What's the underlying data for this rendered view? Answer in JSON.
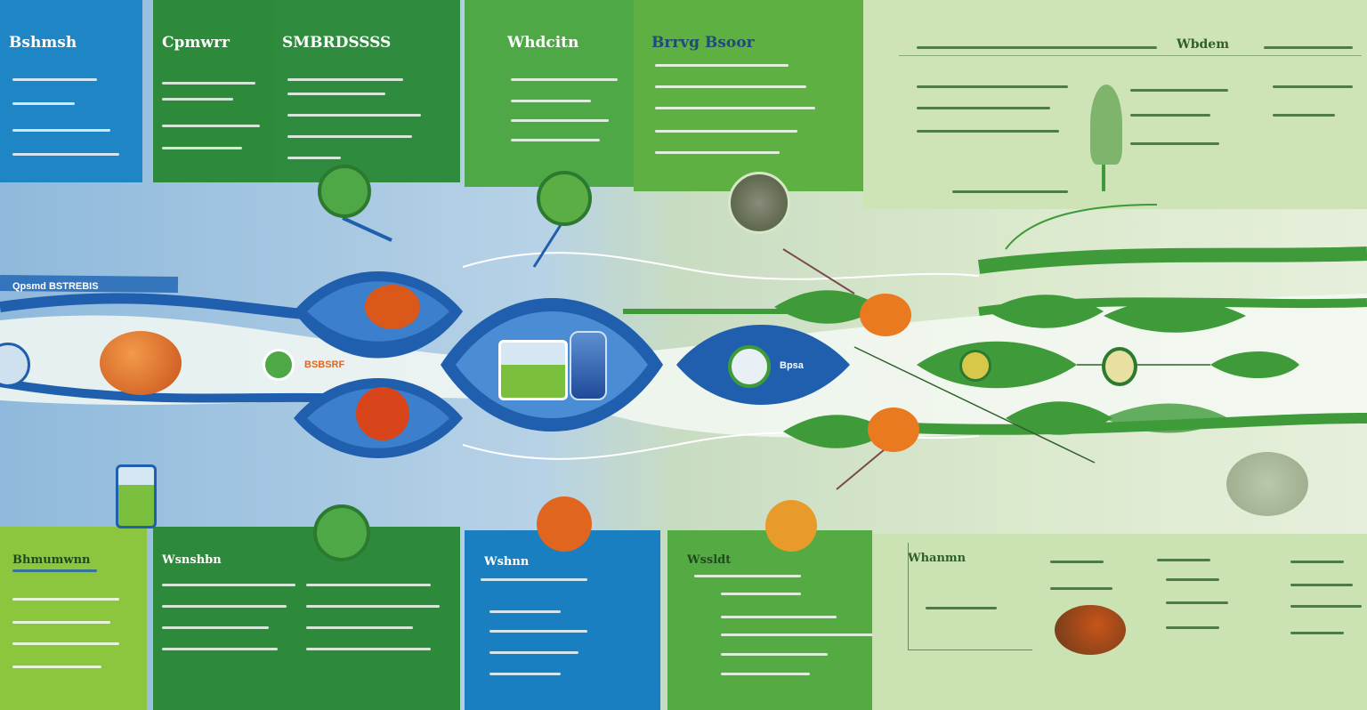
{
  "top_panels": [
    {
      "title": "Bshmsh",
      "color": "#1f86c6"
    },
    {
      "title": "Cpmwrr",
      "color": "#2c8a3a"
    },
    {
      "title": "SMBRDSSSS",
      "color": "#2f8b3d"
    },
    {
      "title": "Whdcitn",
      "color": "#4ea845"
    },
    {
      "title": "Brrvg Bsoor",
      "color": "#5fb043"
    },
    {
      "title": "Wbdem",
      "color": "#cfe4b6"
    }
  ],
  "bottom_panels": [
    {
      "title": "Bhmumwnn",
      "color": "#8cc63f"
    },
    {
      "title": "Wsnshbn",
      "color": "#2e8a3b"
    },
    {
      "title": "Wshnn",
      "color": "#1a7fc0"
    },
    {
      "title": "Wssldt",
      "color": "#55ab43"
    },
    {
      "title": "Whanmn",
      "color": "#cbe2b3"
    }
  ],
  "flow_labels": {
    "left_bar": "Qpsmd BSTREBIS",
    "center": "Bpsa",
    "orange_tag": "BSBSRF"
  },
  "colors": {
    "blue": "#1f5fae",
    "green": "#3f9b3a",
    "orange": "#e0661f",
    "light": "#eef5e6"
  }
}
